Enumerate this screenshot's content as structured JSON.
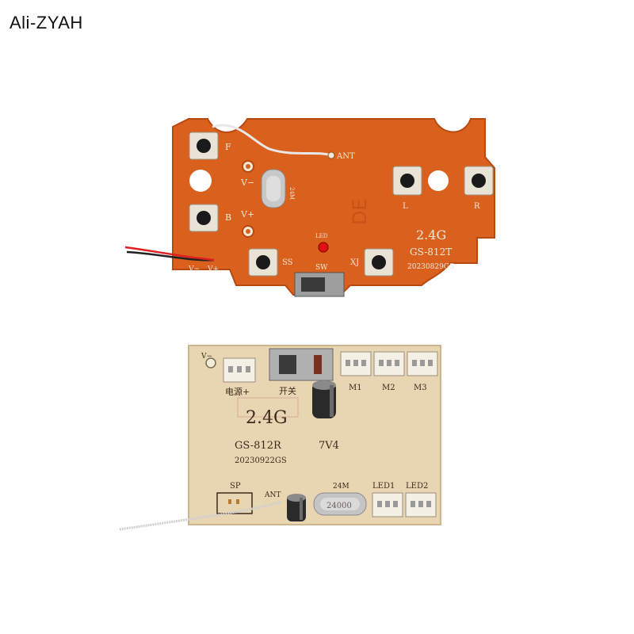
{
  "brand": "Ali-ZYAH",
  "transmitter": {
    "labels": {
      "f": "F",
      "b": "B",
      "ant": "ANT",
      "v_minus": "V−",
      "v_plus": "V+",
      "wire_v_minus": "V−",
      "wire_v_plus": "V+",
      "l": "L",
      "r": "R",
      "led": "LED",
      "ss": "SS",
      "sw": "SW",
      "xj": "XJ",
      "freq": "2.4G",
      "model": "GS-812T",
      "date": "20230829GS",
      "crystal": "24M",
      "watermark": "DE"
    }
  },
  "receiver": {
    "labels": {
      "v_minus": "V−",
      "power": "电源+",
      "switch": "开关",
      "m1": "M1",
      "m2": "M2",
      "m3": "M3",
      "freq": "2.4G",
      "model": "GS-812R",
      "voltage": "7V4",
      "date": "20230922GS",
      "sp": "SP",
      "ant": "ANT",
      "crystal_label": "24M",
      "crystal_mark": "24000",
      "led1": "LED1",
      "led2": "LED2"
    }
  },
  "colors": {
    "tx_board": "#d9601d",
    "tx_board_edge": "#b84a10",
    "rx_board": "#e8d6b2",
    "rx_board_edge": "#cdb68c"
  }
}
